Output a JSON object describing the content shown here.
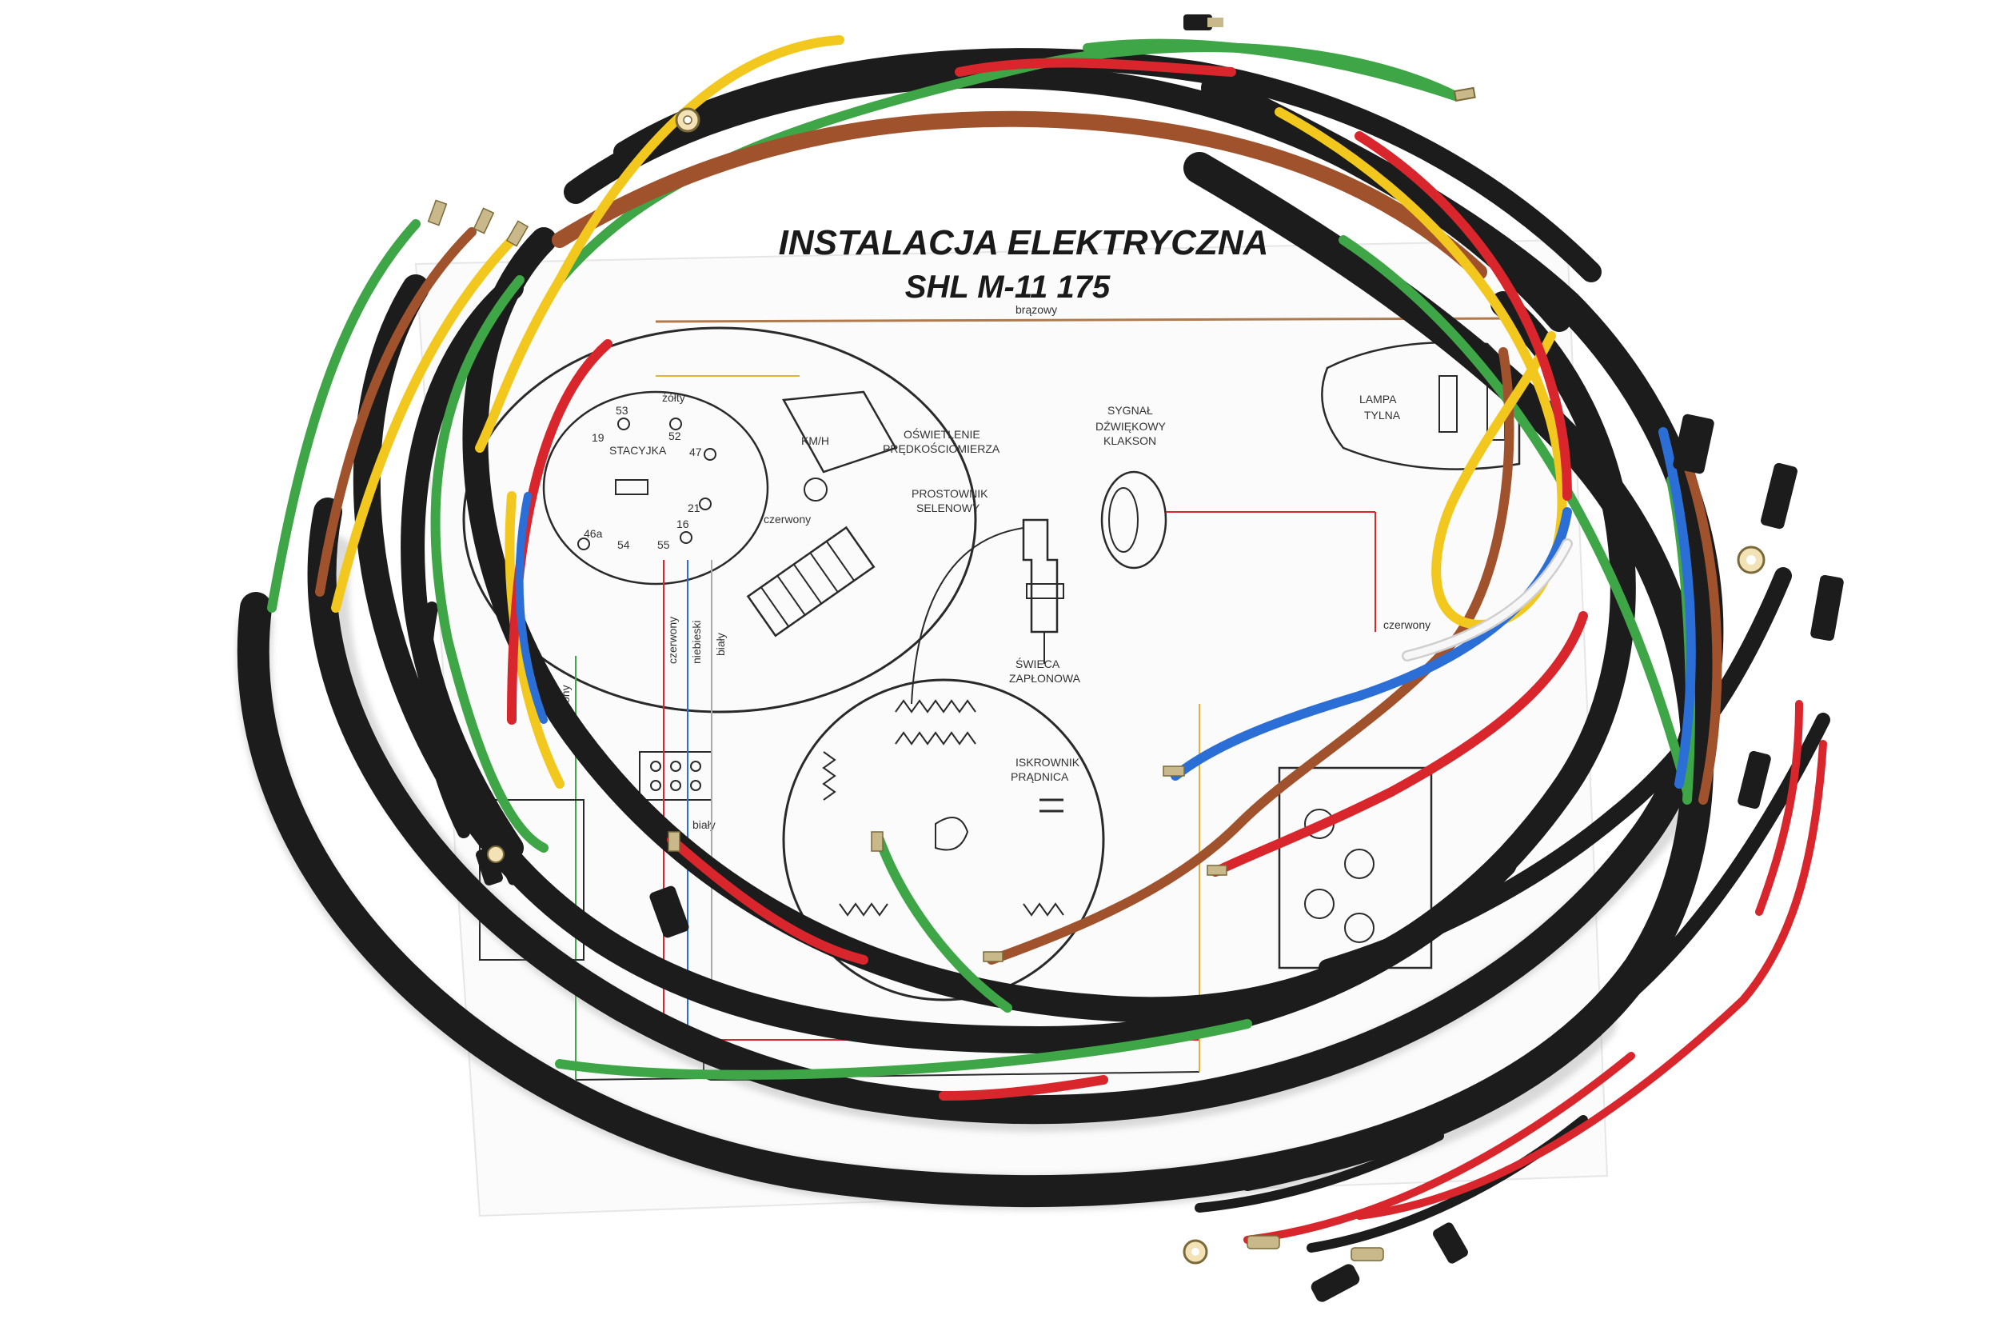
{
  "diagram": {
    "title_line1": "INSTALACJA ELEKTRYCZNA",
    "title_line2": "SHL M-11 175",
    "wire_labels": {
      "brazowy": "brązowy",
      "zolty": "żółty",
      "czerwony_1": "czerwony",
      "czerwony_2": "czerwony",
      "czerwony_3": "czerwony",
      "niebieski": "niebieski",
      "bialy_1": "biały",
      "bialy_2": "biały",
      "zielony": "zielony"
    },
    "component_labels": {
      "stacyjka": "STACYJKA",
      "km_h": "KM/H",
      "oswietlenie": "OŚWIETLENIE",
      "predkosciomierza": "PRĘDKOŚCIOMIERZA",
      "prostownik": "PROSTOWNIK",
      "selenowy": "SELENOWY",
      "sygnal": "SYGNAŁ",
      "dzwiekowy": "DŹWIĘKOWY",
      "klakson": "KLAKSON",
      "lampa": "LAMPA",
      "tylna": "TYLNA",
      "swieca": "ŚWIECA",
      "zaplonowa": "ZAPŁONOWA",
      "iskrownik": "ISKROWNIK",
      "pradnica": "PRĄDNICA"
    },
    "terminal_numbers": [
      "53",
      "52",
      "19",
      "47",
      "21",
      "16",
      "46a",
      "54",
      "55"
    ]
  },
  "colors": {
    "cable_black": "#1c1c1c",
    "wire_green": "#3fa648",
    "wire_yellow": "#f2c81e",
    "wire_red": "#d8262c",
    "wire_brown": "#a0522d",
    "wire_blue": "#2b6fd6",
    "wire_white": "#f4f4f4",
    "paper": "#ffffff",
    "schematic_line": "#2a2a2a"
  }
}
